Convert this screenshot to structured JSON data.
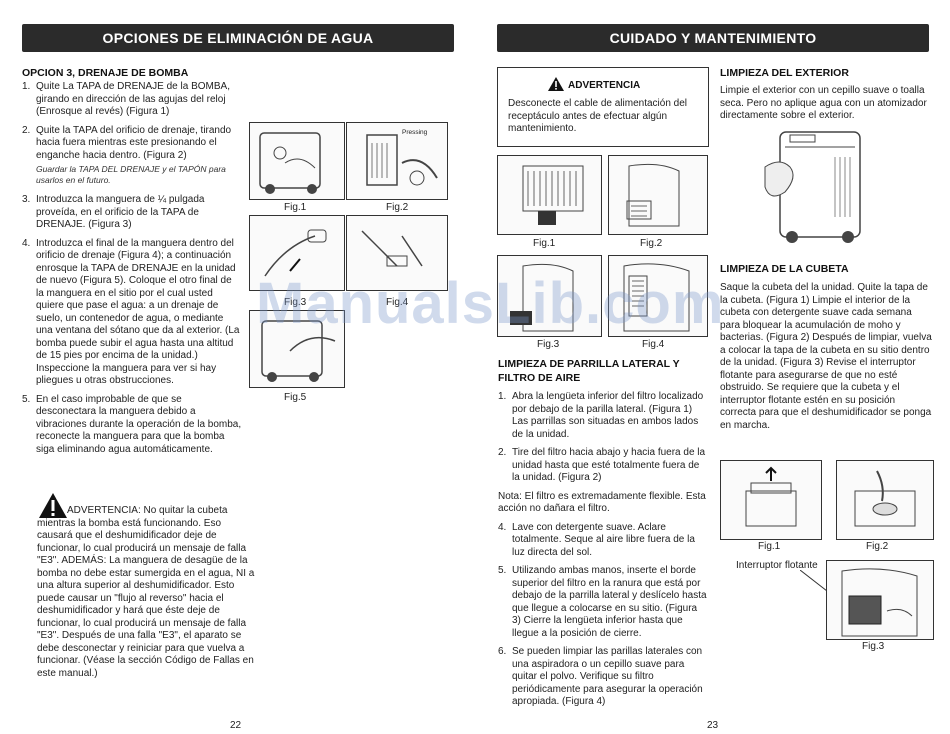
{
  "left": {
    "banner": "OPCIONES DE ELIMINACIÓN DE AGUA",
    "heading": "OPCION 3, DRENAJE DE BOMBA",
    "steps": [
      {
        "n": "1.",
        "text": "Quite La TAPA de DRENAJE de la BOMBA, girando en dirección de las agujas del reloj (Enrosque al revés) (Figura 1)"
      },
      {
        "n": "2.",
        "text": "Quite la TAPA del orificio de drenaje, tirando hacia fuera mientras este presionando el enganche hacia dentro. (Figura 2)"
      },
      {
        "n": "3.",
        "text": "Introduzca la manguera de ¼ pulgada proveída, en el orificio de la TAPA de DRENAJE. (Figura 3)"
      },
      {
        "n": "4.",
        "text": "Introduzca el final de la manguera dentro del orificio de drenaje (Figura 4); a continuación enrosque la TAPA de DRENAJE en la unidad de nuevo (Figura 5). Coloque el otro final de la manguera en el sitio por el cual usted quiere que pase el agua: a un drenaje de suelo, un contenedor de agua, o mediante una ventana del sótano que da al exterior. (La bomba puede subir el agua hasta una altitud de 15 pies por encima de la unidad.) Inspeccione la manguera para ver si hay pliegues u otras obstrucciones."
      },
      {
        "n": "5.",
        "text": "En el caso improbable de que se desconectara la manguera debido a vibraciones durante la operación de la bomba, reconecte la manguera para que la bomba siga eliminando agua automáticamente."
      }
    ],
    "note": "Guardar la TAPA DEL DRENAJE y el TAPÓN para usarlos en el futuro.",
    "warning": "ADVERTENCIA: No quitar la cubeta mientras la bomba está funcionando. Eso causará que el deshumidificador deje de funcionar, lo cual producirá un mensaje de falla \"E3\". ADEMÁS: La manguera de desagüe de la bomba no debe estar sumergida en el agua, NI a una altura superior al deshumidificador. Esto puede causar un \"flujo al reverso\" hacia el deshumidificador y hará que éste deje de funcionar, lo cual producirá un mensaje de falla \"E3\". Después de una falla \"E3\", el aparato se debe desconectar y reiniciar para que vuelva a funcionar. (Véase la sección Código de Fallas en este manual.)",
    "figs": [
      "Fig.1",
      "Fig.2",
      "Fig.3",
      "Fig.4",
      "Fig.5"
    ],
    "pressing": "Pressing",
    "page": "22"
  },
  "right": {
    "banner": "CUIDADO Y MANTENIMIENTO",
    "warn_title": "ADVERTENCIA",
    "warn_text": "Desconecte el cable de alimentación del receptáculo antes de efectuar algún mantenimiento.",
    "figs_a": [
      "Fig.1",
      "Fig.2",
      "Fig.3",
      "Fig.4"
    ],
    "filter_heading": "LIMPIEZA DE PARRILLA LATERAL Y FILTRO DE AIRE",
    "filter_steps": [
      {
        "n": "1.",
        "text": "Abra la lengüeta inferior del filtro localizado por debajo de la parilla lateral. (Figura 1) Las parrillas son situadas en ambos lados de la unidad."
      },
      {
        "n": "2.",
        "text": "Tire del filtro hacia abajo y hacia fuera de la unidad hasta que esté totalmente fuera de la unidad. (Figura 2)"
      }
    ],
    "filter_note": "Nota: El filtro es extremadamente flexible. Esta acción no dañara el filtro.",
    "filter_steps2": [
      {
        "n": "4.",
        "text": "Lave con detergente suave. Aclare totalmente. Seque al aire libre fuera de la luz directa del sol."
      },
      {
        "n": "5.",
        "text": "Utilizando ambas manos, inserte el borde superior del filtro en la ranura que está por debajo de la parrilla lateral y deslícelo hasta que llegue a colocarse en su sitio. (Figura 3) Cierre la lengüeta inferior hasta que llegue a la posición de cierre."
      },
      {
        "n": "6.",
        "text": "Se pueden limpiar las parillas laterales con una aspiradora o un cepillo suave para quitar el polvo. Verifique su filtro periódicamente para asegurar la operación apropiada. (Figura 4)"
      }
    ],
    "ext_heading": "LIMPIEZA DEL EXTERIOR",
    "ext_text": "Limpie el exterior con un cepillo suave o toalla seca. Pero no aplique agua con un atomizador directamente sobre el exterior.",
    "bucket_heading": "LIMPIEZA DE  LA CUBETA",
    "bucket_text": "Saque la cubeta del la unidad. Quite la tapa de la cubeta. (Figura 1) Limpie el interior de la cubeta con detergente suave cada semana para bloquear la acumulación de moho y bacterias. (Figura 2) Después de limpiar, vuelva a colocar la tapa de la cubeta en su sitio dentro de la unidad. (Figura 3) Revise el interruptor flotante para asegurarse de que no esté obstruido. Se requiere que la cubeta y el interruptor flotante estén en su posición correcta para que el deshumidificador se ponga en marcha.",
    "figs_b": [
      "Fig.1",
      "Fig.2",
      "Fig.3"
    ],
    "float_label": "Interruptor flotante",
    "page": "23"
  },
  "watermark": "ManualsLib.com"
}
